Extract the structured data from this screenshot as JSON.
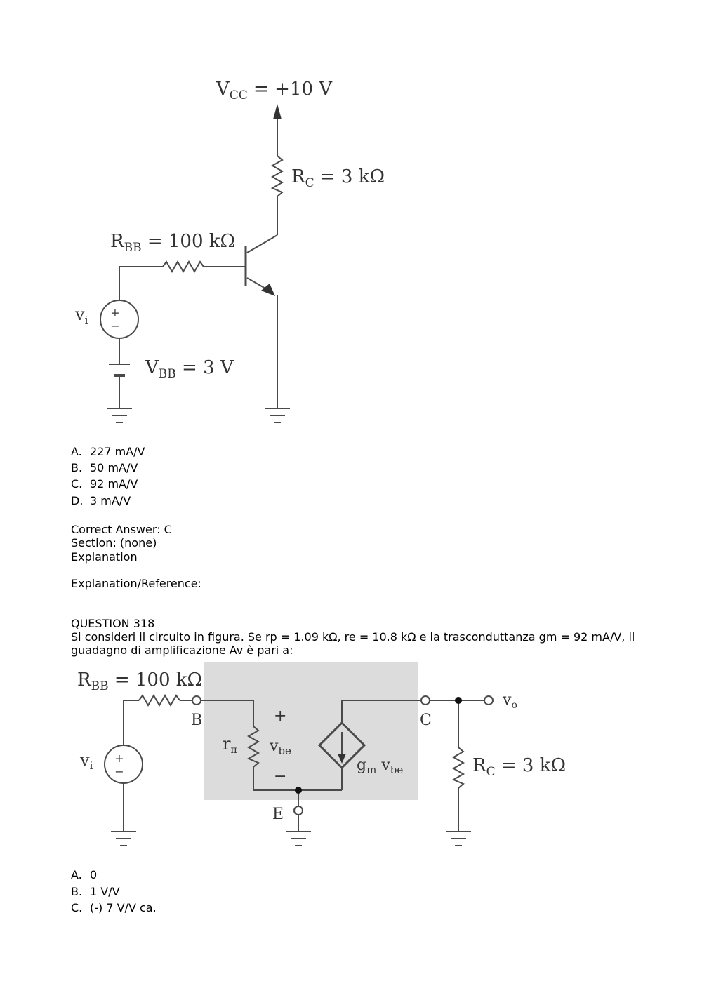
{
  "figure1": {
    "vcc_label": "V",
    "vcc_sub": "CC",
    "vcc_value": " =  +10 V",
    "rc_label": "R",
    "rc_sub": "C",
    "rc_value": " = 3 kΩ",
    "rbb_label": "R",
    "rbb_sub": "BB",
    "rbb_value": " = 100 kΩ",
    "vi_label": "v",
    "vi_sub": "i",
    "vbb_label": "V",
    "vbb_sub": "BB",
    "vbb_value": " = 3 V",
    "plus": "+",
    "minus": "−"
  },
  "q317": {
    "options": [
      {
        "letter": "A.",
        "text": "227 mA/V"
      },
      {
        "letter": "B.",
        "text": "50 mA/V"
      },
      {
        "letter": "C.",
        "text": "92 mA/V"
      },
      {
        "letter": "D.",
        "text": "3 mA/V"
      }
    ],
    "correct_answer": "Correct Answer: C",
    "section": "Section: (none)",
    "explanation": "Explanation",
    "explanation_reference": "Explanation/Reference:"
  },
  "q318": {
    "title": "QUESTION 318",
    "body_line1": "Si consideri il circuito in figura. Se rp = 1.09 kΩ, re = 10.8 kΩ e la trasconduttanza gm = 92 mA/V, il",
    "body_line2": "guadagno di amplificazione Av è pari a:",
    "options": [
      {
        "letter": "A.",
        "text": "0"
      },
      {
        "letter": "B.",
        "text": "1 V/V"
      },
      {
        "letter": "C.",
        "text": "(-) 7 V/V ca."
      }
    ]
  },
  "figure2": {
    "rbb_label": "R",
    "rbb_sub": "BB",
    "rbb_value": " = 100 kΩ",
    "node_b": "B",
    "node_c": "C",
    "node_e": "E",
    "vo_label": "v",
    "vo_sub": "o",
    "vi_label": "v",
    "vi_sub": "i",
    "rpi_label": "r",
    "rpi_sub": "π",
    "vbe_label": "v",
    "vbe_sub": "be",
    "gm_label": "g",
    "gm_sub": "m",
    "gm_vbe": " v",
    "gm_vbe_sub": "be",
    "rc_label": "R",
    "rc_sub": "C",
    "rc_value": " = 3 kΩ",
    "plus": "+",
    "minus": "−",
    "colors": {
      "shade": "#dcdcdc",
      "wire": "#4a4a4a"
    }
  }
}
